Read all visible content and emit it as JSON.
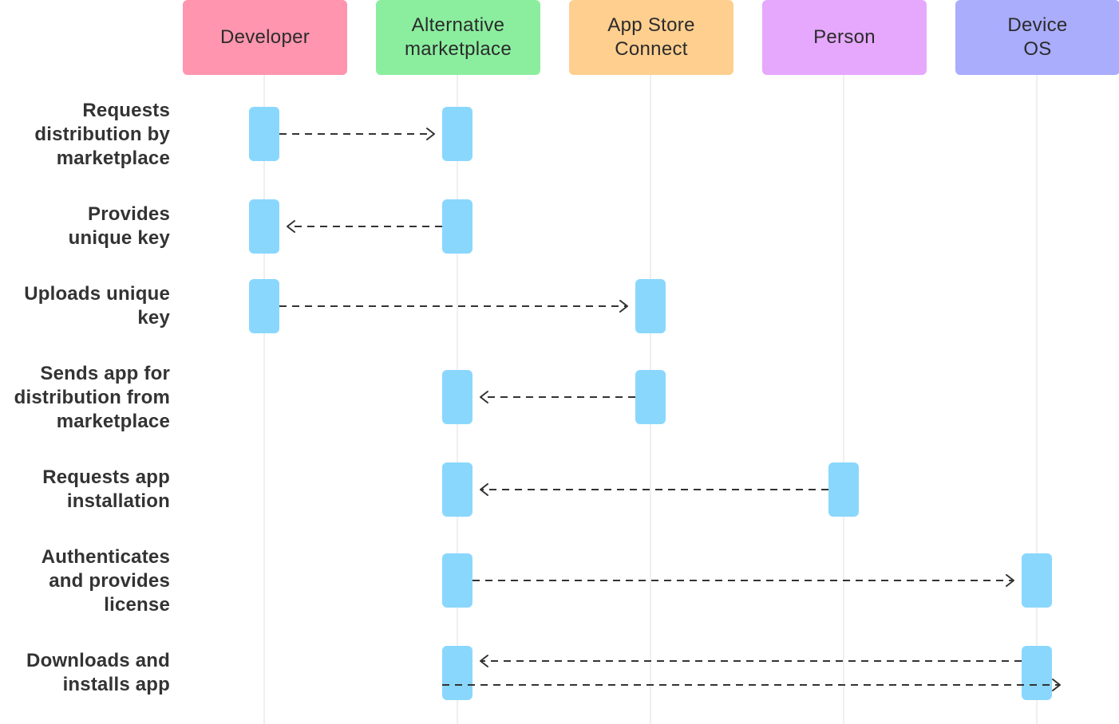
{
  "participants": [
    {
      "id": "developer",
      "label": "Developer",
      "color": "#ff95ae"
    },
    {
      "id": "marketplace",
      "label": "Alternative\nmarketplace",
      "color": "#8bee9f"
    },
    {
      "id": "appstore",
      "label": "App Store\nConnect",
      "color": "#ffcf8f"
    },
    {
      "id": "person",
      "label": "Person",
      "color": "#e6a8fd"
    },
    {
      "id": "deviceos",
      "label": "Device\nOS",
      "color": "#aaacfc"
    }
  ],
  "steps": [
    {
      "label": "Requests\ndistribution by\nmarketplace",
      "from": "developer",
      "to": "marketplace"
    },
    {
      "label": "Provides\nunique key",
      "from": "marketplace",
      "to": "developer"
    },
    {
      "label": "Uploads unique\nkey",
      "from": "developer",
      "to": "appstore"
    },
    {
      "label": "Sends app for\ndistribution from\nmarketplace",
      "from": "appstore",
      "to": "marketplace"
    },
    {
      "label": "Requests app\ninstallation",
      "from": "person",
      "to": "marketplace"
    },
    {
      "label": "Authenticates\nand provides\nlicense",
      "from": "marketplace",
      "to": "deviceos"
    },
    {
      "label": "Downloads and\ninstalls app",
      "from": "deviceos",
      "to": "marketplace",
      "return": true
    }
  ],
  "colors": {
    "activation": "#8ad7fd",
    "arrow": "#333333",
    "lifeline": "#efefef"
  }
}
